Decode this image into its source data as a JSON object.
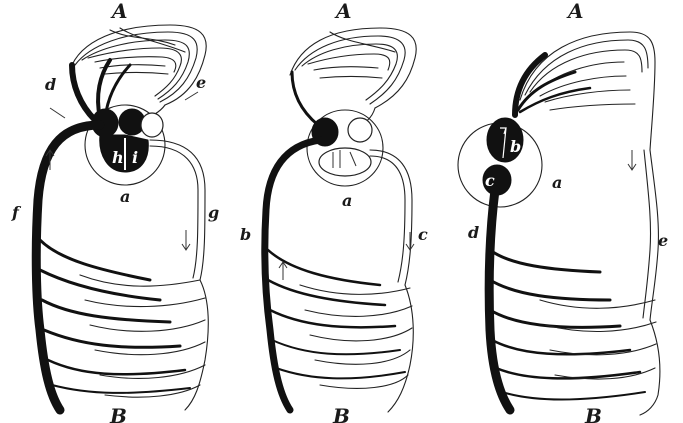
{
  "figure": {
    "panels": [
      {
        "id": "left",
        "labels": {
          "top": "A",
          "bottom": "B",
          "heart": "a",
          "chamber_left": "h",
          "chamber_right": "i",
          "vessel_upper_left": "d",
          "vessel_upper_right": "e",
          "vessel_lower_left": "f",
          "vessel_lower_right": "g"
        }
      },
      {
        "id": "middle",
        "labels": {
          "top": "A",
          "bottom": "B",
          "heart": "a",
          "vessel_lower_left": "b",
          "vessel_lower_right": "c"
        }
      },
      {
        "id": "right",
        "labels": {
          "top": "A",
          "bottom": "B",
          "heart": "a",
          "chamber_upper": "b",
          "chamber_lower": "c",
          "vessel_left": "d",
          "vessel_right": "e"
        }
      }
    ],
    "colors": {
      "ink": "#111111",
      "paper": "#ffffff"
    }
  }
}
